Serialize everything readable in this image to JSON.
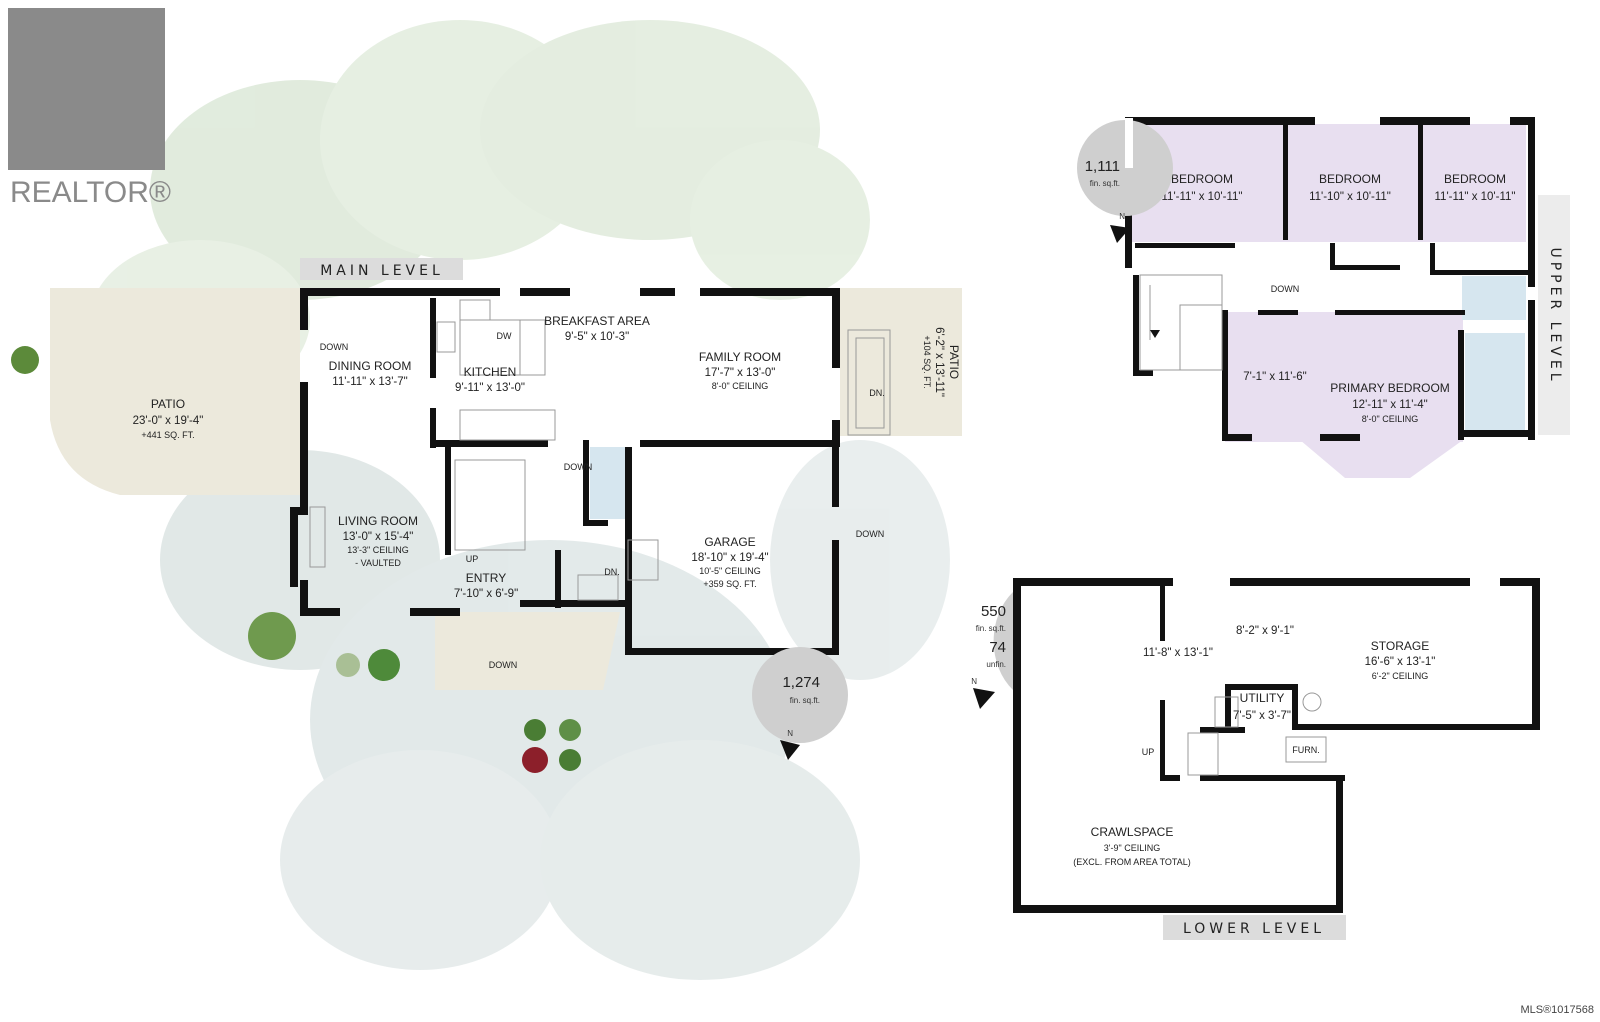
{
  "logo": {
    "text": "REALTOR®"
  },
  "watermark": "MLS®1017568",
  "colors": {
    "wall": "#111111",
    "bedroom_fill": "#e8dff0",
    "bath_fill": "#d6e6ef",
    "patio_fill": "#ece9dc",
    "foliage": "#c8dcc0",
    "sqft_badge": "#cfcfcf"
  },
  "main_level": {
    "label": "MAIN LEVEL",
    "sqft": "1,274",
    "sqft_unit": "fin. sq.ft.",
    "north": "N",
    "rooms": [
      {
        "name": "PATIO",
        "dims": "23'-0\" x 19'-4\"",
        "note": "+441 SQ. FT."
      },
      {
        "name": "DINING ROOM",
        "dims": "11'-11\" x 13'-7\""
      },
      {
        "name": "KITCHEN",
        "dims": "9'-11\" x 13'-0\""
      },
      {
        "name": "BREAKFAST AREA",
        "dims": "9'-5\" x 10'-3\""
      },
      {
        "name": "FAMILY ROOM",
        "dims": "17'-7\" x 13'-0\"",
        "note": "8'-0\" CEILING"
      },
      {
        "name": "PATIO",
        "dims": "6'-2\" x 13'-11\"",
        "note": "+104 SQ. FT."
      },
      {
        "name": "LIVING ROOM",
        "dims": "13'-0\" x 15'-4\"",
        "note": "13'-3\" CEILING",
        "note2": "- VAULTED"
      },
      {
        "name": "ENTRY",
        "dims": "7'-10\" x 6'-9\""
      },
      {
        "name": "GARAGE",
        "dims": "18'-10\" x 19'-4\"",
        "note": "10'-5\" CEILING",
        "note2": "+359 SQ. FT."
      }
    ],
    "markers": {
      "down_dining": "DOWN",
      "down_stair": "DOWN",
      "up": "UP",
      "dn_garage": "DN.",
      "dn_patio": "DN.",
      "down_garage_side": "DOWN",
      "down_front": "DOWN",
      "dw": "DW"
    }
  },
  "upper_level": {
    "label": "UPPER LEVEL",
    "sqft": "1,111",
    "sqft_unit": "fin. sq.ft.",
    "north": "N",
    "rooms": [
      {
        "name": "BEDROOM",
        "dims": "11'-11\" x 10'-11\""
      },
      {
        "name": "BEDROOM",
        "dims": "11'-10\" x 10'-11\""
      },
      {
        "name": "BEDROOM",
        "dims": "11'-11\" x 10'-11\""
      },
      {
        "name": "PRIMARY BEDROOM",
        "dims": "12'-11\" x 11'-4\"",
        "note": "8'-0\" CEILING"
      },
      {
        "name": "",
        "dims": "7'-1\" x 11'-6\""
      }
    ],
    "markers": {
      "down": "DOWN"
    }
  },
  "lower_level": {
    "label": "LOWER LEVEL",
    "sqft": "550",
    "sqft_unit": "fin. sq.ft.",
    "unfin": "74",
    "unfin_unit": "unfin.",
    "north": "N",
    "rooms": [
      {
        "name": "",
        "dims": "11'-8\" x 13'-1\""
      },
      {
        "name": "",
        "dims": "8'-2\" x 9'-1\""
      },
      {
        "name": "STORAGE",
        "dims": "16'-6\" x 13'-1\"",
        "note": "6'-2\" CEILING"
      },
      {
        "name": "UTILITY",
        "dims": "7'-5\" x 3'-7\""
      },
      {
        "name": "CRAWLSPACE",
        "dims": "3'-9\" CEILING",
        "note": "(EXCL. FROM AREA TOTAL)"
      }
    ],
    "markers": {
      "up": "UP",
      "furn": "FURN."
    }
  }
}
